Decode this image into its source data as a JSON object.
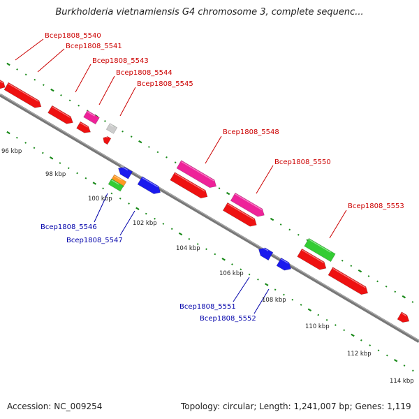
{
  "title": "Burkholderia vietnamiensis G4 chromosome 3, complete sequenc...",
  "accession": "Accession: NC_009254",
  "topology": "Topology: circular; Length: 1,241,007 bp; Genes: 1,119",
  "colors": {
    "backbone": "#808080",
    "tick": "#1a8a1a",
    "red_label": "#cc0000",
    "blue_label": "#0000aa",
    "gene_red": "#ee1111",
    "gene_magenta": "#ee2299",
    "gene_blue": "#1a1aee",
    "gene_green": "#33cc33",
    "gene_orange": "#ff9922",
    "gene_gray": "#cccccc"
  },
  "kbp_labels": [
    "96 kbp",
    "98 kbp",
    "100 kbp",
    "102 kbp",
    "104 kbp",
    "106 kbp",
    "108 kbp",
    "110 kbp",
    "112 kbp",
    "114 kbp"
  ],
  "gene_labels_top": [
    "Bcep1808_5540",
    "Bcep1808_5541",
    "Bcep1808_5543",
    "Bcep1808_5544",
    "Bcep1808_5545",
    "Bcep1808_5548",
    "Bcep1808_5550",
    "Bcep1808_5553"
  ],
  "gene_labels_bottom": [
    "Bcep1808_5546",
    "Bcep1808_5547",
    "Bcep1808_5551",
    "Bcep1808_5552"
  ]
}
